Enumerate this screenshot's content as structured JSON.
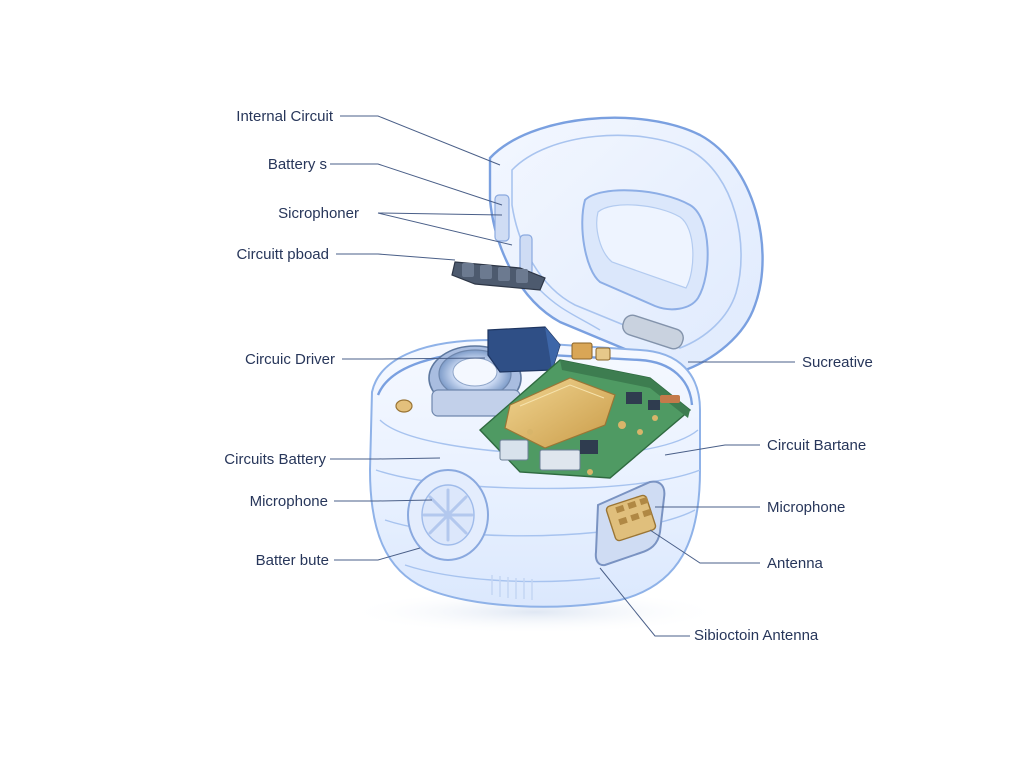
{
  "labels": {
    "internal_circuit": "Internal Circuit",
    "battery_s": "Battery s",
    "sicrophoner": "Sicrophoner",
    "circuitt_pboad": "Circuitt pboad",
    "circuic_driver": "Circuic Driver",
    "circuits_battery": "Circuits Battery",
    "microphone_left": "Microphone",
    "batter_bute": "Batter bute",
    "sucreative": "Sucreative",
    "circuit_bartane": "Circuit Bartane",
    "microphone_right": "Microphone",
    "antenna": "Antenna",
    "sibioctoin_antenna": "Sibioctoin Antenna"
  },
  "colors": {
    "label_text": "#27365a",
    "leader_line": "#4a5f88",
    "shell_outline": "#7aa0e0",
    "shell_fill": "#eaf2ff",
    "pcb_green": "#4f9a63",
    "chip_gold": "#d8b56a"
  }
}
